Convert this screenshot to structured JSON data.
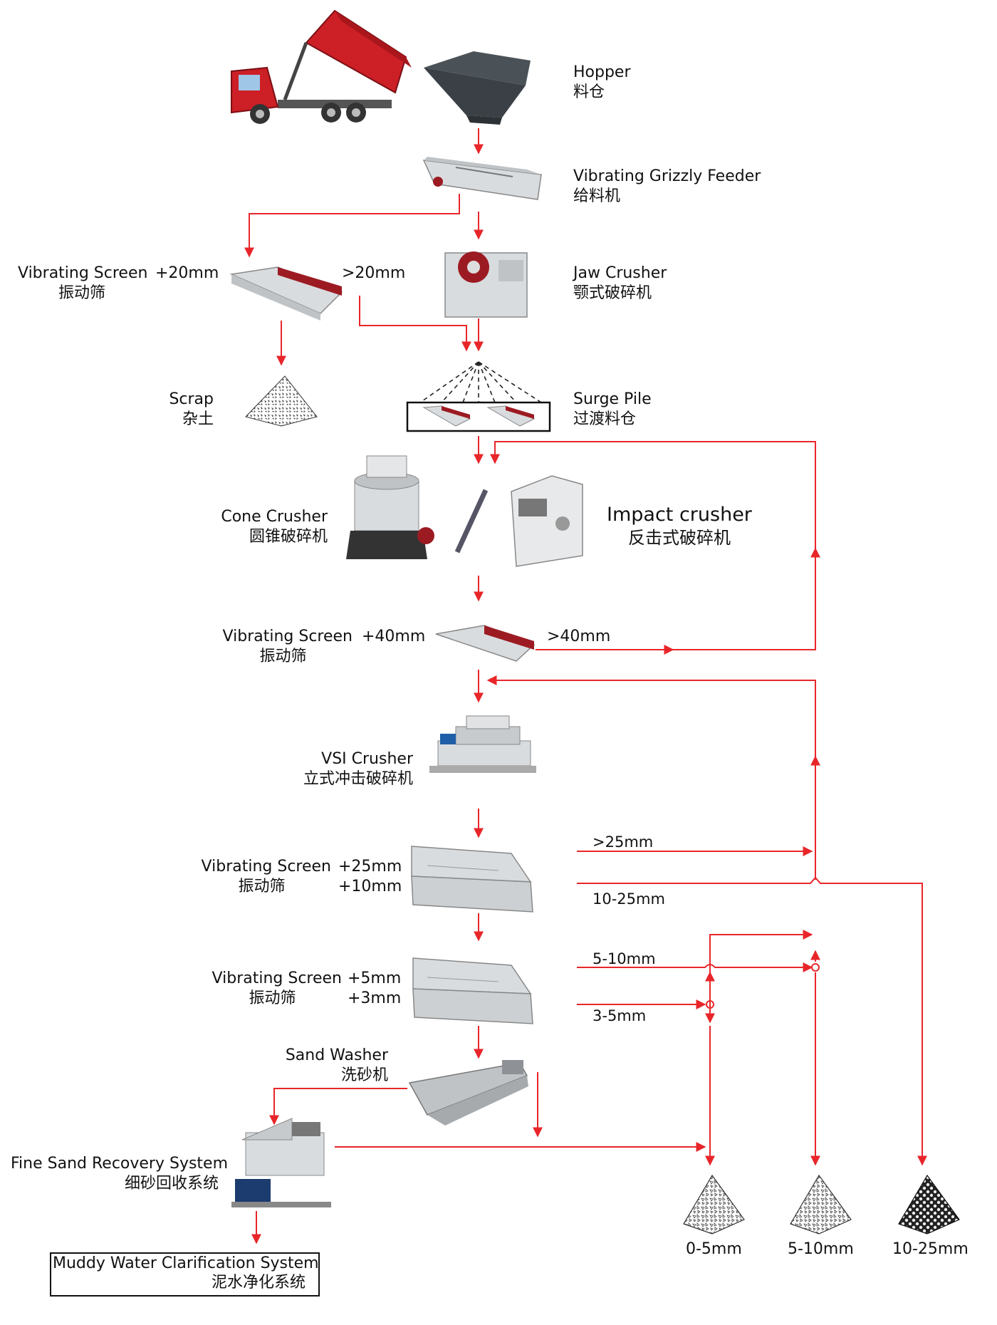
{
  "colors": {
    "arrow": "#e8262a",
    "machine": "#d9dcdf",
    "accent": "#9c1b22",
    "truck": "#cc1f26",
    "outline": "#111111"
  },
  "stages": {
    "hopper": {
      "en": "Hopper",
      "zh": "料仓"
    },
    "feeder": {
      "en": "Vibrating Grizzly Feeder",
      "zh": "给料机"
    },
    "screen1": {
      "en": "Vibrating Screen",
      "zh": "振动筛",
      "mesh": "+20mm",
      "out": ">20mm"
    },
    "jaw": {
      "en": "Jaw Crusher",
      "zh": "颚式破碎机"
    },
    "scrap": {
      "en": "Scrap",
      "zh": "杂土"
    },
    "surge": {
      "en": "Surge Pile",
      "zh": "过渡料仓"
    },
    "cone": {
      "en": "Cone Crusher",
      "zh": "圆锥破碎机"
    },
    "impact": {
      "en": "Impact crusher",
      "zh": "反击式破碎机"
    },
    "screen2": {
      "en": "Vibrating Screen",
      "zh": "振动筛",
      "mesh": "+40mm",
      "out": ">40mm"
    },
    "vsi": {
      "en": "VSI Crusher",
      "zh": "立式冲击破碎机"
    },
    "screen3": {
      "en": "Vibrating Screen",
      "zh": "振动筛",
      "mesh1": "+25mm",
      "mesh2": "+10mm",
      "out1": ">25mm",
      "out2": "10-25mm"
    },
    "screen4": {
      "en": "Vibrating Screen",
      "zh": "振动筛",
      "mesh1": "+5mm",
      "mesh2": "+3mm",
      "out1": "5-10mm",
      "out2": "3-5mm"
    },
    "washer": {
      "en": "Sand Washer",
      "zh": "洗砂机"
    },
    "finesand": {
      "en": "Fine Sand Recovery System",
      "zh": "细砂回收系统"
    },
    "muddy": {
      "en": "Muddy Water Clarification System",
      "zh": "泥水净化系统"
    }
  },
  "products": [
    "0-5mm",
    "5-10mm",
    "10-25mm"
  ]
}
